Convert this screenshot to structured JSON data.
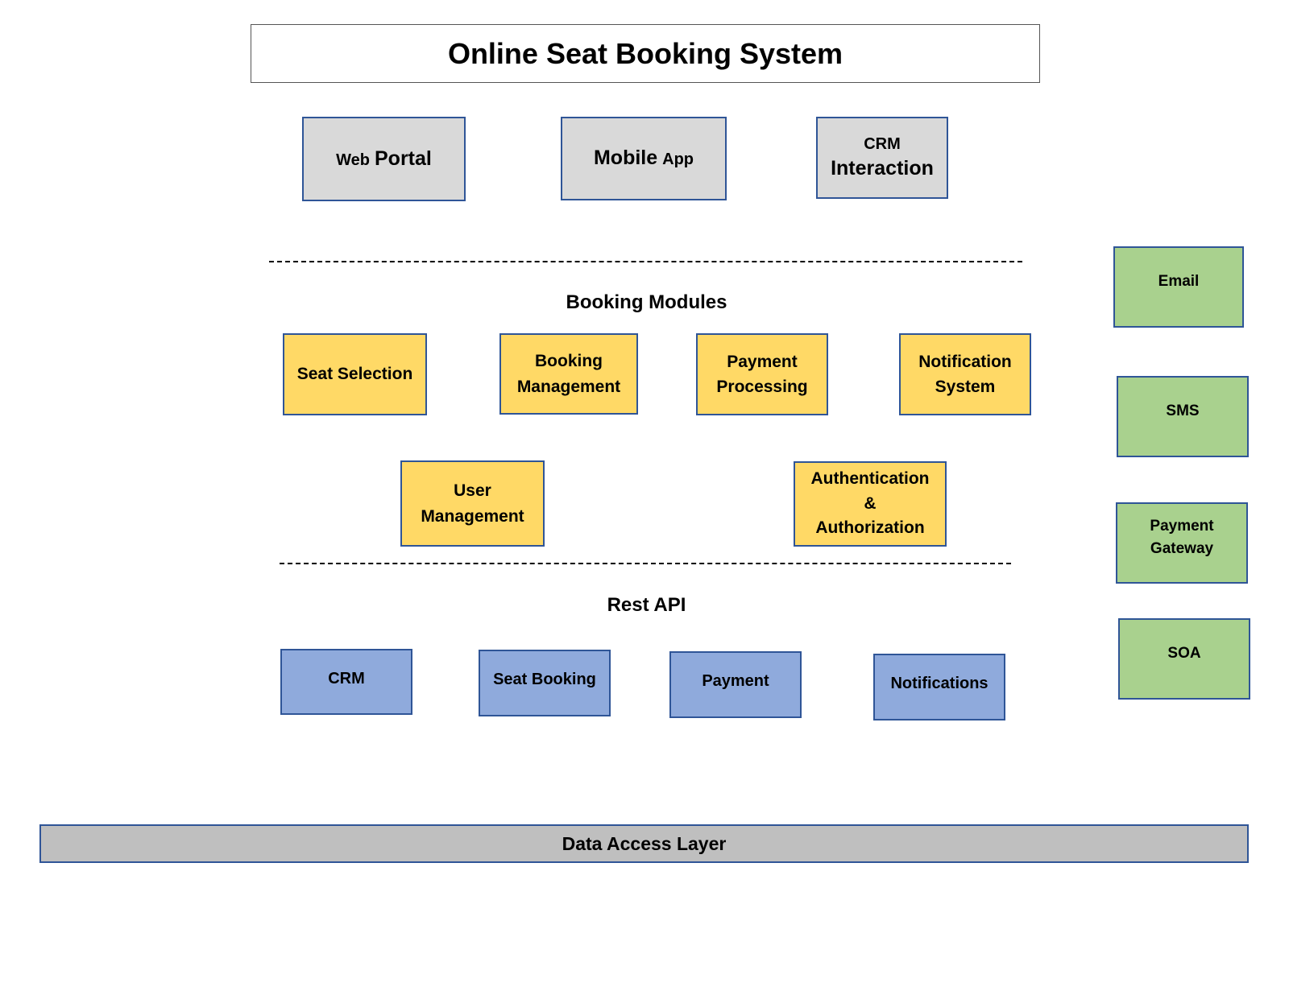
{
  "title": "Online Seat Booking System",
  "clients": {
    "web_portal": {
      "small": "Web",
      "large": "Portal"
    },
    "mobile_app": {
      "large": "Mobile",
      "small": "App"
    },
    "crm_interaction": {
      "small": "CRM",
      "large": "Interaction"
    }
  },
  "booking_modules": {
    "label": "Booking Modules",
    "seat_selection": "Seat Selection",
    "booking_management": [
      "Booking",
      "Management"
    ],
    "payment_processing": [
      "Payment",
      "Processing"
    ],
    "notification_system": [
      "Notification",
      "System"
    ],
    "user_management": [
      "User",
      "Management"
    ],
    "auth": [
      "Authentication",
      "&",
      "Authorization"
    ]
  },
  "rest_api": {
    "label": "Rest API",
    "crm": "CRM",
    "seat_booking": "Seat Booking",
    "payment": "Payment",
    "notifications": "Notifications"
  },
  "external": {
    "email": "Email",
    "sms": "SMS",
    "payment_gateway": [
      "Payment",
      "Gateway"
    ],
    "soa": "SOA"
  },
  "data_access_layer": "Data Access Layer",
  "colors": {
    "client_fill": "#d9d9d9",
    "module_fill": "#ffd966",
    "api_fill": "#8faadc",
    "external_fill": "#a9d18e",
    "dal_fill": "#bfbfbf",
    "border": "#2f5597"
  }
}
